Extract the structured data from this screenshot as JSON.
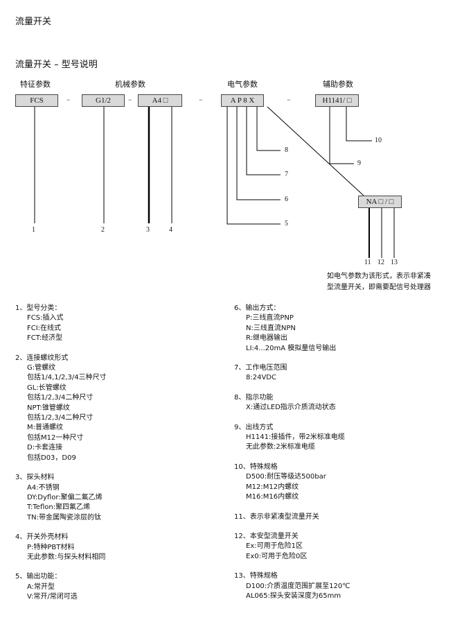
{
  "page_title": "流量开关",
  "section_title": "流量开关 – 型号说明",
  "groups": {
    "feature": "特征参数",
    "mechanical": "机械参数",
    "electrical": "电气参数",
    "auxiliary": "辅助参数"
  },
  "boxes": {
    "fcs": "FCS",
    "g12": "G1/2",
    "a4": "A4 □",
    "ap8x": "A  P  8  X",
    "h1141": "H1141/ □",
    "na": "NA □ / □"
  },
  "dashes": [
    "–",
    "–",
    "–",
    "–"
  ],
  "callouts": [
    "1",
    "2",
    "3",
    "4",
    "5",
    "6",
    "7",
    "8",
    "9",
    "10",
    "11",
    "12",
    "13"
  ],
  "note": [
    "如电气参数为该形式，表示非紧凑",
    "型流量开关，即需要配信号处理器"
  ],
  "left_sections": [
    {
      "head": "1、型号分类：",
      "lines": [
        "FCS:插入式",
        "FCI:在线式",
        "FCT:经济型"
      ]
    },
    {
      "head": "2、连接螺纹形式",
      "lines": [
        "G:管螺纹",
        "包括1/4,1/2,3/4三种尺寸",
        "GL:长管螺纹",
        "包括1/2,3/4二种尺寸",
        "NPT:锥管螺纹",
        "包括1/2,3/4二种尺寸",
        "M:普通螺纹",
        "包括M12一种尺寸",
        "D:卡套连接",
        "包括D03，D09"
      ]
    },
    {
      "head": "3、探头材料",
      "lines": [
        "A4:不锈钢",
        "DY:Dyflor:聚偏二氟乙烯",
        "T:Teflon:聚四氟乙烯",
        "TN:带金属陶瓷涂层的钛"
      ]
    },
    {
      "head": "4、开关外壳材料",
      "lines": [
        "P:特种PBT材料",
        "无此参数:与探头材料相同"
      ]
    },
    {
      "head": "5、输出功能：",
      "lines": [
        "A:常开型",
        "V:常开/常闭可选"
      ]
    }
  ],
  "right_sections": [
    {
      "head": "6、输出方式：",
      "lines": [
        "P:三线直流PNP",
        "N:三线直流NPN",
        "R:继电器输出",
        "LI:4...20mA 模拟量信号输出"
      ]
    },
    {
      "head": "7、工作电压范围",
      "lines": [
        "8:24VDC"
      ]
    },
    {
      "head": "8、指示功能",
      "lines": [
        "X:通过LED指示介质流动状态"
      ]
    },
    {
      "head": "9、出线方式",
      "lines": [
        "H1141:接插件，带2米标准电缆",
        "无此参数:2米标准电缆"
      ]
    },
    {
      "head": "10、特殊规格",
      "lines": [
        "D500:耐压等级达500bar",
        "M12:M12内螺纹",
        "M16:M16内螺纹"
      ]
    },
    {
      "head": "11、表示非紧凑型流量开关",
      "lines": []
    },
    {
      "head": "12、本安型流量开关",
      "lines": [
        "Ex:可用于危险1区",
        "Ex0:可用于危险0区"
      ]
    },
    {
      "head": "13、特殊规格",
      "lines": [
        "D100:介质温度范围扩展至120℃",
        "AL065:探头安装深度为65mm"
      ]
    }
  ]
}
